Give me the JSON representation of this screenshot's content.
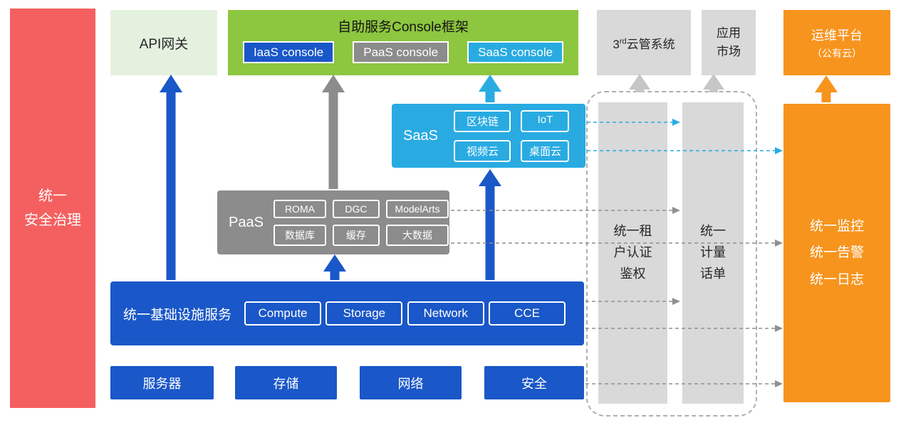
{
  "colors": {
    "red": "#F4605F",
    "blue": "#1A57C8",
    "cyan": "#29ABE2",
    "gray": "#8C8C8C",
    "light_gray": "#D9D9D9",
    "green": "#8DC63F",
    "light_green": "#E4F1DF",
    "orange": "#F7941E"
  },
  "security_bar": {
    "label": "统一\n安全治理"
  },
  "api_gateway": {
    "label": "API网关"
  },
  "console_frame": {
    "title": "自助服务Console框架",
    "consoles": [
      {
        "label": "IaaS console"
      },
      {
        "label": "PaaS console"
      },
      {
        "label": "SaaS console"
      }
    ]
  },
  "third_cloud": {
    "prefix": "3",
    "superscript": "rd",
    "suffix": "云管系统"
  },
  "app_market": {
    "label": "应用\n市场"
  },
  "ops_platform": {
    "line1": "运维平台",
    "line2": "（公有云）"
  },
  "saas_block": {
    "label": "SaaS",
    "services": [
      "区块链",
      "IoT",
      "视频云",
      "桌面云"
    ]
  },
  "paas_block": {
    "label": "PaaS",
    "services": [
      "ROMA",
      "DGC",
      "ModelArts",
      "数据库",
      "缓存",
      "大数据"
    ]
  },
  "infra_block": {
    "label": "统一基础设施服务",
    "services": [
      "Compute",
      "Storage",
      "Network",
      "CCE"
    ]
  },
  "resource_row": [
    "服务器",
    "存储",
    "网络",
    "安全"
  ],
  "auth_bar": {
    "label": "统一租\n户认证\n鉴权"
  },
  "metering_bar": {
    "label": "统一\n计量\n话单"
  },
  "monitor_bar": {
    "label": "统一监控\n统一告警\n统一日志"
  }
}
